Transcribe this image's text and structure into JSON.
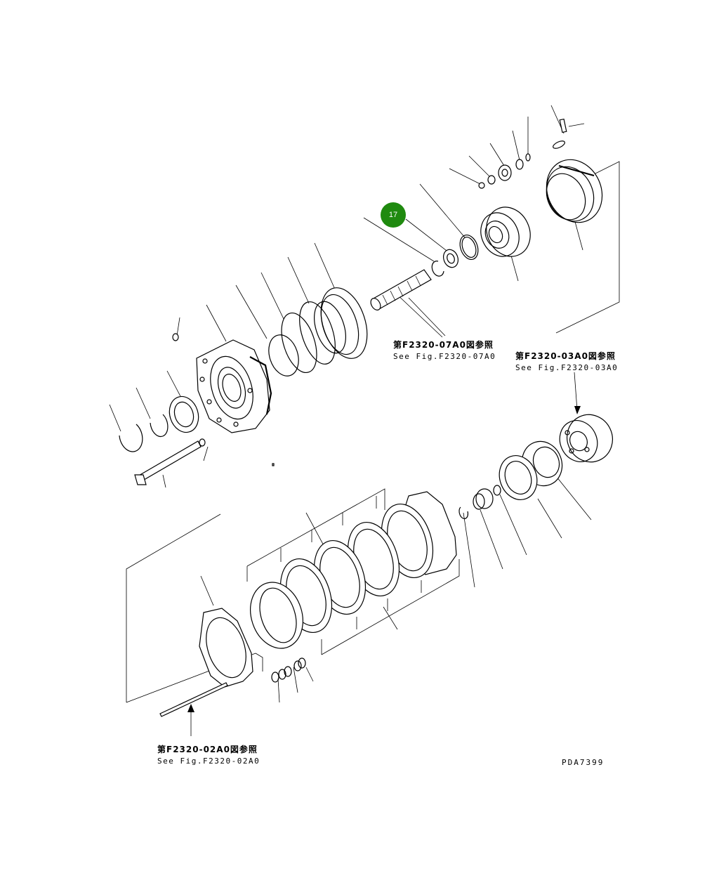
{
  "callout": {
    "number": "17",
    "color": "#1f8a0f"
  },
  "references": [
    {
      "jp": "第F2320-07A0図参照",
      "en": "See Fig.F2320-07A0"
    },
    {
      "jp": "第F2320-03A0図参照",
      "en": "See Fig.F2320-03A0"
    },
    {
      "jp": "第F2320-02A0図参照",
      "en": "See Fig.F2320-02A0"
    }
  ],
  "drawing_code": "PDA7399"
}
